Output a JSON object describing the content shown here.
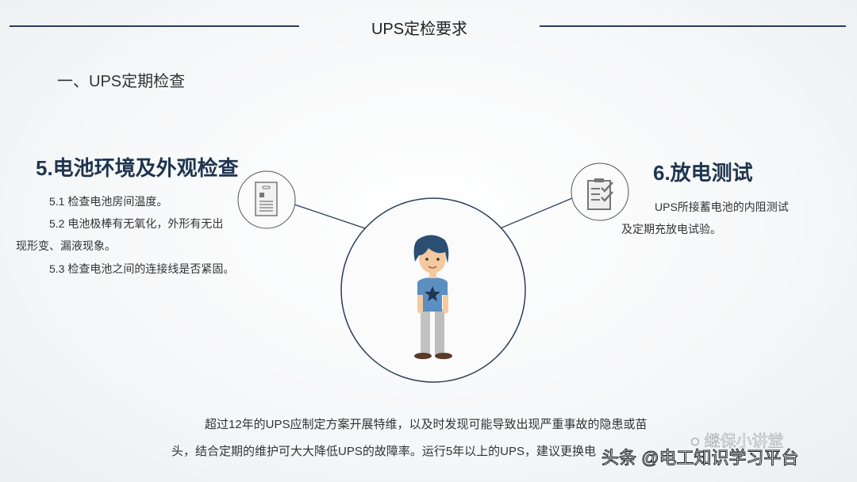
{
  "header": {
    "title": "UPS定检要求"
  },
  "subtitle": "一、UPS定期检查",
  "section5": {
    "heading": "5.电池环境及外观检查",
    "items": [
      "5.1  检查电池房间温度。",
      "5.2  电池极棒有无氧化，外形有无出",
      "现形变、漏液现象。",
      "5.3  检查电池之间的连接线是否紧固。"
    ],
    "icon": "document-icon"
  },
  "section6": {
    "heading": "6.放电测试",
    "lines": [
      "UPS所接蓄电池的内阻测试",
      "及定期充放电试验。"
    ],
    "icon": "clipboard-check-icon"
  },
  "bottom": {
    "line1": "超过12年的UPS应制定方案开展特维，以及时发现可能导致出现严重事故的隐患或苗",
    "line2": "头，结合定期的维护可大大降低UPS的故障率。运行5年以上的UPS，建议更换电"
  },
  "watermark": {
    "wechat": "继保小讲堂",
    "toutiao": "头条 @电工知识学习平台"
  },
  "colors": {
    "line": "#2c3e57",
    "heading": "#1f3550",
    "shirt": "#5b8fc0",
    "hair": "#2b4f73"
  }
}
